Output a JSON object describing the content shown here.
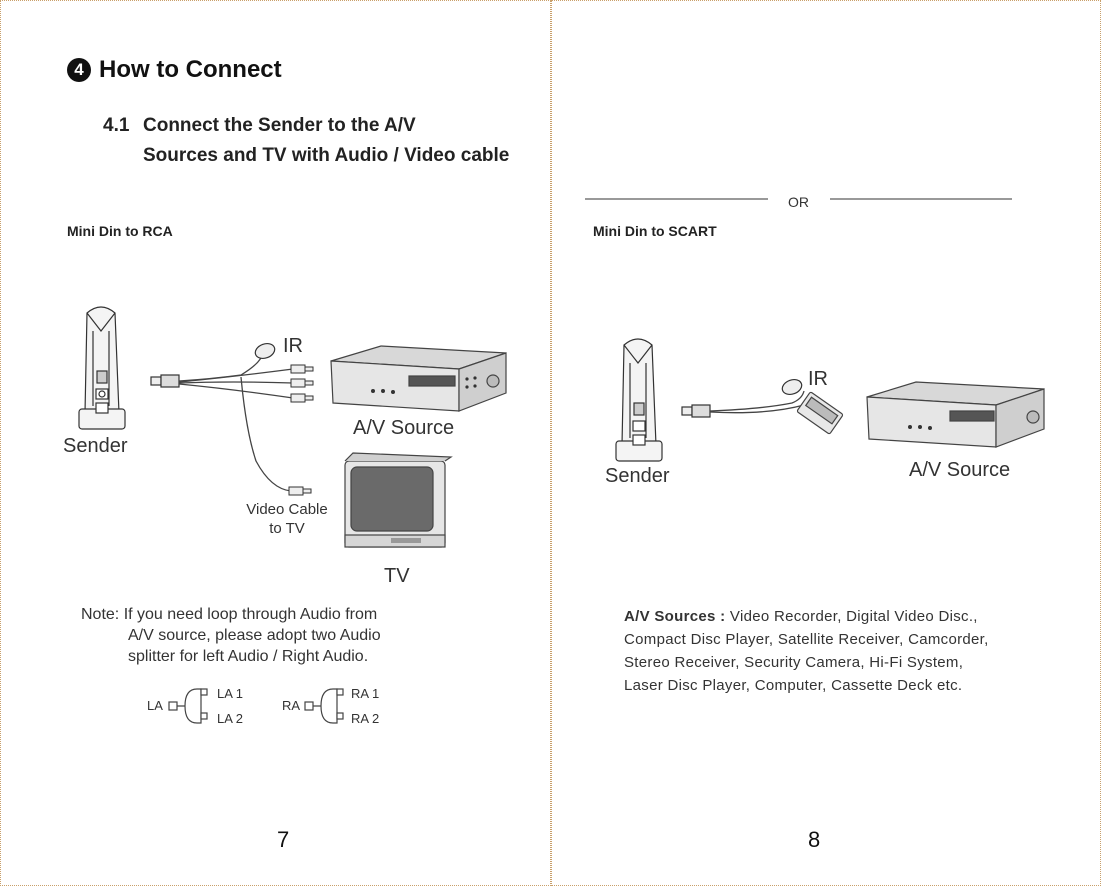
{
  "left": {
    "heading_number": "4",
    "heading": "How to Connect",
    "step_number": "4.1",
    "step_line1": "Connect the Sender to the A/V",
    "step_line2": "Sources and TV with Audio / Video cable",
    "section": "Mini Din to RCA",
    "ir": "IR",
    "av_source": "A/V Source",
    "sender": "Sender",
    "video_cable_1": "Video Cable",
    "video_cable_2": "to TV",
    "tv": "TV",
    "note_line1": "Note: If you need loop through Audio from",
    "note_line2": "A/V source, please adopt two Audio",
    "note_line3": "splitter for left Audio / Right Audio.",
    "splitter_left": {
      "input": "LA",
      "out1": "LA 1",
      "out2": "LA 2"
    },
    "splitter_right": {
      "input": "RA",
      "out1": "RA 1",
      "out2": "RA 2"
    },
    "page_number": "7"
  },
  "right": {
    "or": "OR",
    "section": "Mini Din to SCART",
    "ir": "IR",
    "sender": "Sender",
    "av_source": "A/V Source",
    "sources_label": "A/V Sources :",
    "sources_line1": "Video Recorder, Digital Video Disc.,",
    "sources_line2": "Compact Disc Player, Satellite Receiver, Camcorder,",
    "sources_line3": "Stereo Receiver, Security Camera, Hi-Fi System,",
    "sources_line4": "Laser Disc Player, Computer, Cassette Deck etc.",
    "page_number": "8"
  }
}
